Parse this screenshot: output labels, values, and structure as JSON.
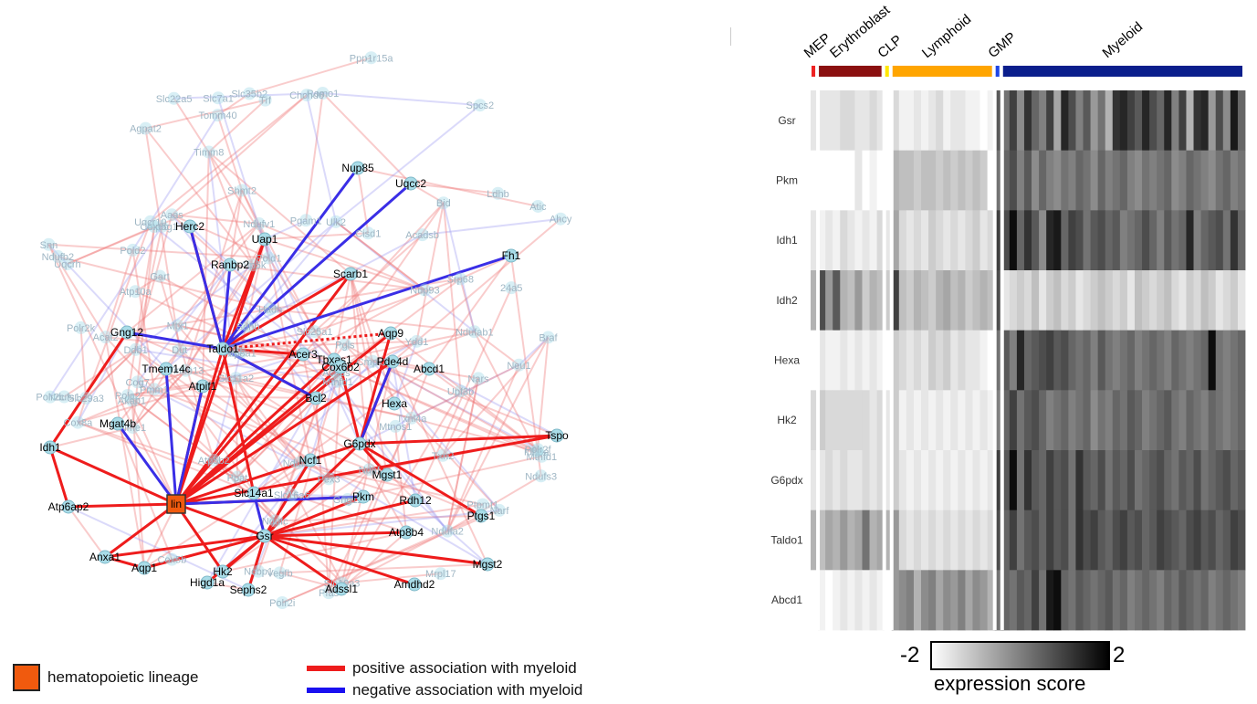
{
  "network": {
    "center_node": "lin",
    "background_nodes": [
      "Acat2",
      "Txnl4a",
      "Pola2",
      "Idh3a",
      "Atp5g1",
      "Ncbp1",
      "Pold1",
      "Mtx1",
      "Ndufv1",
      "Pold2",
      "Mthfd1",
      "Ahcy",
      "Txn2",
      "Nup93",
      "Nme1",
      "Shmt2",
      "Mrpl17",
      "Timm13",
      "Gart",
      "Ndufa2",
      "Atp5b2",
      "Mthfd1",
      "Pfas",
      "Dut",
      "Aaas",
      "Romo1",
      "Mtnos1",
      "Cyc1",
      "Nars",
      "Tomm40",
      "Srp68",
      "Akap1",
      "Cox8a",
      "Cog7",
      "Ndufs2",
      "Pgam1",
      "Vegfb",
      "Spcs2",
      "Atic",
      "Chchd6",
      "Hadh",
      "Ppat",
      "Gng11",
      "Slc7a1",
      "Polr2i",
      "Ndufab1",
      "Cox6c",
      "Ndufs3",
      "Ndufs1",
      "Uqcr10",
      "Ptpmt1",
      "Acadsb",
      "Ydd1",
      "Slc35b2",
      "Slc22a5",
      "Slc10a3",
      "Acads",
      "Pgls",
      "Uqcrh",
      "Cisd1",
      "Sdhb",
      "Ndufc",
      "Upf3b",
      "Pex3",
      "Ulk2",
      "Slc25a1",
      "Atp5k",
      "Slc11a2",
      "Ddb1",
      "Braf",
      "Slc29a3",
      "Cox5b",
      "Trf",
      "Slc16a6",
      "Polr2f",
      "Cmpk2",
      "Nduf",
      "Neu1",
      "Pmm1",
      "Ndufb2",
      "Atp10a",
      "Narf",
      "Timm8",
      "Ldhb",
      "Polr2c",
      "Bid",
      "Polr2k",
      "Ppp1r15a",
      "Snn",
      "Agpat2",
      "Atp8a1",
      "24a5"
    ],
    "highlight_nodes": [
      "Nup85",
      "Uqcc2",
      "Herc2",
      "Uap1",
      "Ranbp2",
      "Fh1",
      "Scarb1",
      "Gng12",
      "Taldo1",
      "Aqp9",
      "Acer3",
      "Tbxas1",
      "Cox6b2",
      "Pde4d",
      "Abcd1",
      "Tmem14c",
      "Atpif1",
      "Bcl2",
      "Hexa",
      "Mgat4b",
      "G6pdx",
      "Tspo",
      "Idh1",
      "Ncf1",
      "Mgst1",
      "Slc14a1",
      "Pkm",
      "Rdh12",
      "Atp6ap2",
      "Gsr",
      "Ptgs1",
      "Atp8b4",
      "Anxa1",
      "Aqp1",
      "Hk2",
      "Mgst2",
      "Higd1a",
      "Sephs2",
      "Adssl1",
      "Amdhd2"
    ],
    "colors": {
      "positive": "#ee1c1c",
      "negative": "#3a2ee6",
      "node_fill": "#a9dce8",
      "lin_fill": "#f05a0e"
    }
  },
  "legend": {
    "lin_label": "hematopoietic lineage",
    "positive_label": "positive association with myeloid",
    "negative_label": "negative association with myeloid"
  },
  "heatmap": {
    "genes": [
      "Gsr",
      "Pkm",
      "Idh1",
      "Idh2",
      "Hexa",
      "Hk2",
      "G6pdx",
      "Taldo1",
      "Abcd1"
    ],
    "groups": [
      {
        "name": "MEP",
        "color": "#ee2222",
        "n": 1
      },
      {
        "name": "Erythroblast",
        "color": "#8b1010",
        "n": 9
      },
      {
        "name": "CLP",
        "color": "#ffe600",
        "n": 1
      },
      {
        "name": "Lymphoid",
        "color": "#ffa500",
        "n": 14
      },
      {
        "name": "GMP",
        "color": "#1e46e6",
        "n": 1
      },
      {
        "name": "Myeloid",
        "color": "#0a1e8c",
        "n": 33
      }
    ],
    "colorbar": {
      "min": "-2",
      "max": "2",
      "title": "expression score"
    },
    "values": [
      [
        0.1,
        0.1,
        0.1,
        0.1,
        0.15,
        0.15,
        0.1,
        0.1,
        0.15,
        0.1,
        0.0,
        0.15,
        0.05,
        0.05,
        0.1,
        0.05,
        0.1,
        0.15,
        0.05,
        0.1,
        0.1,
        0.05,
        0.05,
        0.0,
        0.05,
        0.65,
        0.55,
        0.75,
        0.45,
        0.8,
        0.6,
        0.5,
        0.75,
        0.35,
        0.85,
        0.7,
        0.5,
        0.65,
        0.4,
        0.55,
        0.3,
        0.8,
        0.85,
        0.75,
        0.65,
        0.85,
        0.7,
        0.6,
        0.85,
        0.5,
        0.75,
        0.3,
        0.8,
        0.85,
        0.4,
        0.7,
        0.45,
        0.9,
        0.6
      ],
      [
        0.0,
        0.0,
        0.0,
        0.0,
        0.0,
        0.0,
        0.1,
        0.0,
        0.05,
        0.0,
        0.0,
        0.3,
        0.25,
        0.25,
        0.2,
        0.25,
        0.25,
        0.2,
        0.25,
        0.2,
        0.25,
        0.2,
        0.25,
        0.2,
        0.0,
        0.55,
        0.6,
        0.7,
        0.5,
        0.65,
        0.45,
        0.6,
        0.5,
        0.45,
        0.55,
        0.5,
        0.6,
        0.55,
        0.45,
        0.6,
        0.5,
        0.55,
        0.6,
        0.5,
        0.45,
        0.55,
        0.5,
        0.55,
        0.6,
        0.45,
        0.5,
        0.6,
        0.55,
        0.5,
        0.45,
        0.55,
        0.6,
        0.5,
        0.55
      ],
      [
        0.1,
        0.05,
        0.1,
        0.05,
        0.15,
        0.1,
        0.05,
        0.1,
        0.05,
        0.15,
        0.1,
        0.35,
        0.15,
        0.1,
        0.15,
        0.1,
        0.2,
        0.15,
        0.1,
        0.15,
        0.1,
        0.15,
        0.2,
        0.1,
        0.15,
        0.75,
        0.7,
        0.95,
        0.6,
        0.8,
        0.65,
        0.45,
        0.85,
        0.9,
        0.6,
        0.75,
        0.7,
        0.55,
        0.65,
        0.7,
        0.6,
        0.65,
        0.5,
        0.55,
        0.6,
        0.7,
        0.6,
        0.5,
        0.65,
        0.55,
        0.6,
        0.85,
        0.5,
        0.6,
        0.65,
        0.7,
        0.55,
        0.8,
        0.6
      ],
      [
        0.3,
        0.7,
        0.4,
        0.65,
        0.3,
        0.25,
        0.4,
        0.2,
        0.3,
        0.25,
        0.2,
        0.75,
        0.25,
        0.2,
        0.3,
        0.25,
        0.2,
        0.3,
        0.35,
        0.25,
        0.3,
        0.2,
        0.25,
        0.3,
        0.25,
        0.7,
        0.1,
        0.15,
        0.2,
        0.15,
        0.25,
        0.1,
        0.2,
        0.25,
        0.15,
        0.2,
        0.1,
        0.15,
        0.2,
        0.25,
        0.2,
        0.15,
        0.2,
        0.1,
        0.25,
        0.2,
        0.15,
        0.2,
        0.25,
        0.15,
        0.1,
        0.2,
        0.15,
        0.25,
        0.2,
        0.1,
        0.15,
        0.2,
        0.1
      ],
      [
        0.0,
        0.1,
        0.05,
        0.05,
        0.1,
        0.05,
        0.1,
        0.05,
        0.1,
        0.05,
        0.0,
        0.2,
        0.15,
        0.1,
        0.15,
        0.1,
        0.2,
        0.15,
        0.2,
        0.1,
        0.15,
        0.1,
        0.1,
        0.05,
        0.0,
        0.55,
        0.65,
        0.5,
        0.85,
        0.6,
        0.65,
        0.7,
        0.75,
        0.65,
        0.7,
        0.6,
        0.55,
        0.6,
        0.5,
        0.65,
        0.55,
        0.5,
        0.55,
        0.6,
        0.5,
        0.55,
        0.6,
        0.55,
        0.5,
        0.6,
        0.55,
        0.5,
        0.55,
        0.6,
        0.95,
        0.55,
        0.5,
        0.55,
        0.6
      ],
      [
        0.15,
        0.2,
        0.15,
        0.15,
        0.15,
        0.15,
        0.15,
        0.15,
        0.1,
        0.15,
        0.1,
        0.2,
        0.05,
        0.1,
        0.05,
        0.1,
        0.05,
        0.1,
        0.05,
        0.1,
        0.05,
        0.1,
        0.05,
        0.1,
        0.05,
        0.5,
        0.6,
        0.75,
        0.55,
        0.65,
        0.7,
        0.6,
        0.5,
        0.55,
        0.6,
        0.5,
        0.55,
        0.6,
        0.45,
        0.55,
        0.5,
        0.6,
        0.55,
        0.65,
        0.6,
        0.5,
        0.55,
        0.6,
        0.65,
        0.55,
        0.5,
        0.6,
        0.55,
        0.5,
        0.6,
        0.55,
        0.5,
        0.55,
        0.6
      ],
      [
        0.1,
        0.1,
        0.15,
        0.1,
        0.15,
        0.1,
        0.1,
        0.15,
        0.1,
        0.15,
        0.1,
        0.2,
        0.1,
        0.05,
        0.1,
        0.05,
        0.1,
        0.05,
        0.1,
        0.05,
        0.1,
        0.05,
        0.1,
        0.05,
        0.1,
        0.75,
        0.65,
        0.95,
        0.55,
        0.8,
        0.65,
        0.6,
        0.75,
        0.65,
        0.7,
        0.55,
        0.8,
        0.65,
        0.6,
        0.7,
        0.55,
        0.65,
        0.6,
        0.7,
        0.55,
        0.6,
        0.65,
        0.7,
        0.6,
        0.55,
        0.65,
        0.6,
        0.7,
        0.55,
        0.6,
        0.65,
        0.7,
        0.6,
        0.65
      ],
      [
        0.3,
        0.25,
        0.35,
        0.3,
        0.4,
        0.3,
        0.35,
        0.55,
        0.3,
        0.35,
        0.3,
        0.4,
        0.15,
        0.1,
        0.15,
        0.1,
        0.15,
        0.1,
        0.15,
        0.1,
        0.15,
        0.1,
        0.15,
        0.1,
        0.15,
        0.7,
        0.6,
        0.75,
        0.55,
        0.65,
        0.7,
        0.6,
        0.75,
        0.65,
        0.7,
        0.55,
        0.8,
        0.7,
        0.75,
        0.65,
        0.6,
        0.7,
        0.75,
        0.65,
        0.7,
        0.6,
        0.65,
        0.75,
        0.7,
        0.65,
        0.6,
        0.7,
        0.75,
        0.65,
        0.7,
        0.6,
        0.65,
        0.75,
        0.7
      ],
      [
        0.0,
        0.05,
        0.0,
        0.05,
        0.1,
        0.05,
        0.1,
        0.05,
        0.1,
        0.05,
        0.0,
        0.4,
        0.45,
        0.5,
        0.3,
        0.45,
        0.5,
        0.35,
        0.45,
        0.4,
        0.5,
        0.35,
        0.45,
        0.4,
        0.3,
        0.55,
        0.6,
        0.55,
        0.65,
        0.6,
        0.75,
        0.55,
        0.9,
        0.95,
        0.6,
        0.55,
        0.65,
        0.6,
        0.55,
        0.6,
        0.65,
        0.55,
        0.6,
        0.5,
        0.55,
        0.6,
        0.55,
        0.5,
        0.6,
        0.55,
        0.65,
        0.6,
        0.55,
        0.6,
        0.5,
        0.55,
        0.6,
        0.55,
        0.5
      ]
    ]
  }
}
